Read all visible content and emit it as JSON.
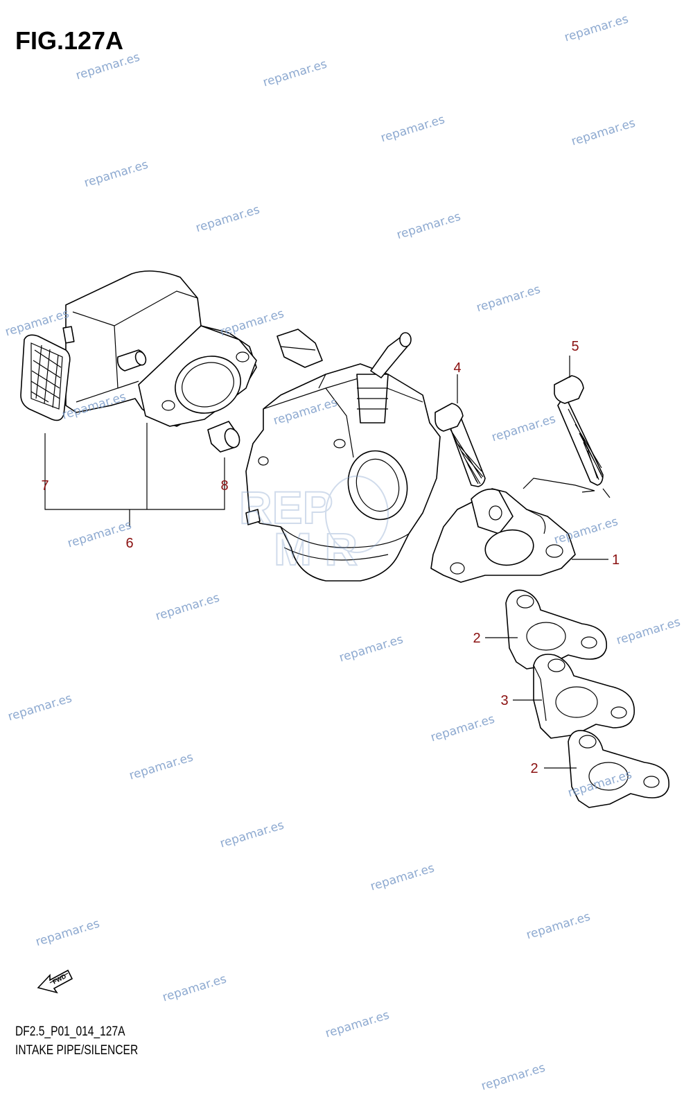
{
  "figure": {
    "title": "FIG.127A",
    "code": "DF2.5_P01_014_127A",
    "name": "INTAKE PIPE/SILENCER",
    "fwd_label": "FWD"
  },
  "callouts": [
    "1",
    "2",
    "3",
    "4",
    "5",
    "6",
    "7",
    "8",
    "2"
  ],
  "watermark": {
    "text": "repamar.es",
    "color": "#7a9bc8",
    "logo_text_top": "REP",
    "logo_text_bottom": "M R"
  }
}
